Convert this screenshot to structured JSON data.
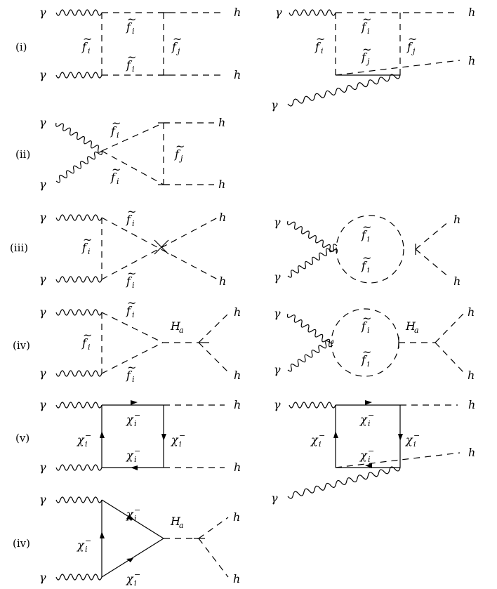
{
  "labels": {
    "gamma": "γ",
    "higgs": "h",
    "sfermion": "f",
    "tilde": "~",
    "sub_i": "i",
    "sub_j": "j",
    "chargino": "χ",
    "chargino_sup": "−",
    "heavy_higgs": "H",
    "sub_a": "a"
  },
  "rows": [
    {
      "tag": "(i)"
    },
    {
      "tag": "(ii)"
    },
    {
      "tag": "(iii)"
    },
    {
      "tag": "(iv)"
    },
    {
      "tag": "(v)"
    },
    {
      "tag": "(iv)"
    }
  ],
  "colors": {
    "ink": "#000000",
    "background": "#ffffff"
  }
}
